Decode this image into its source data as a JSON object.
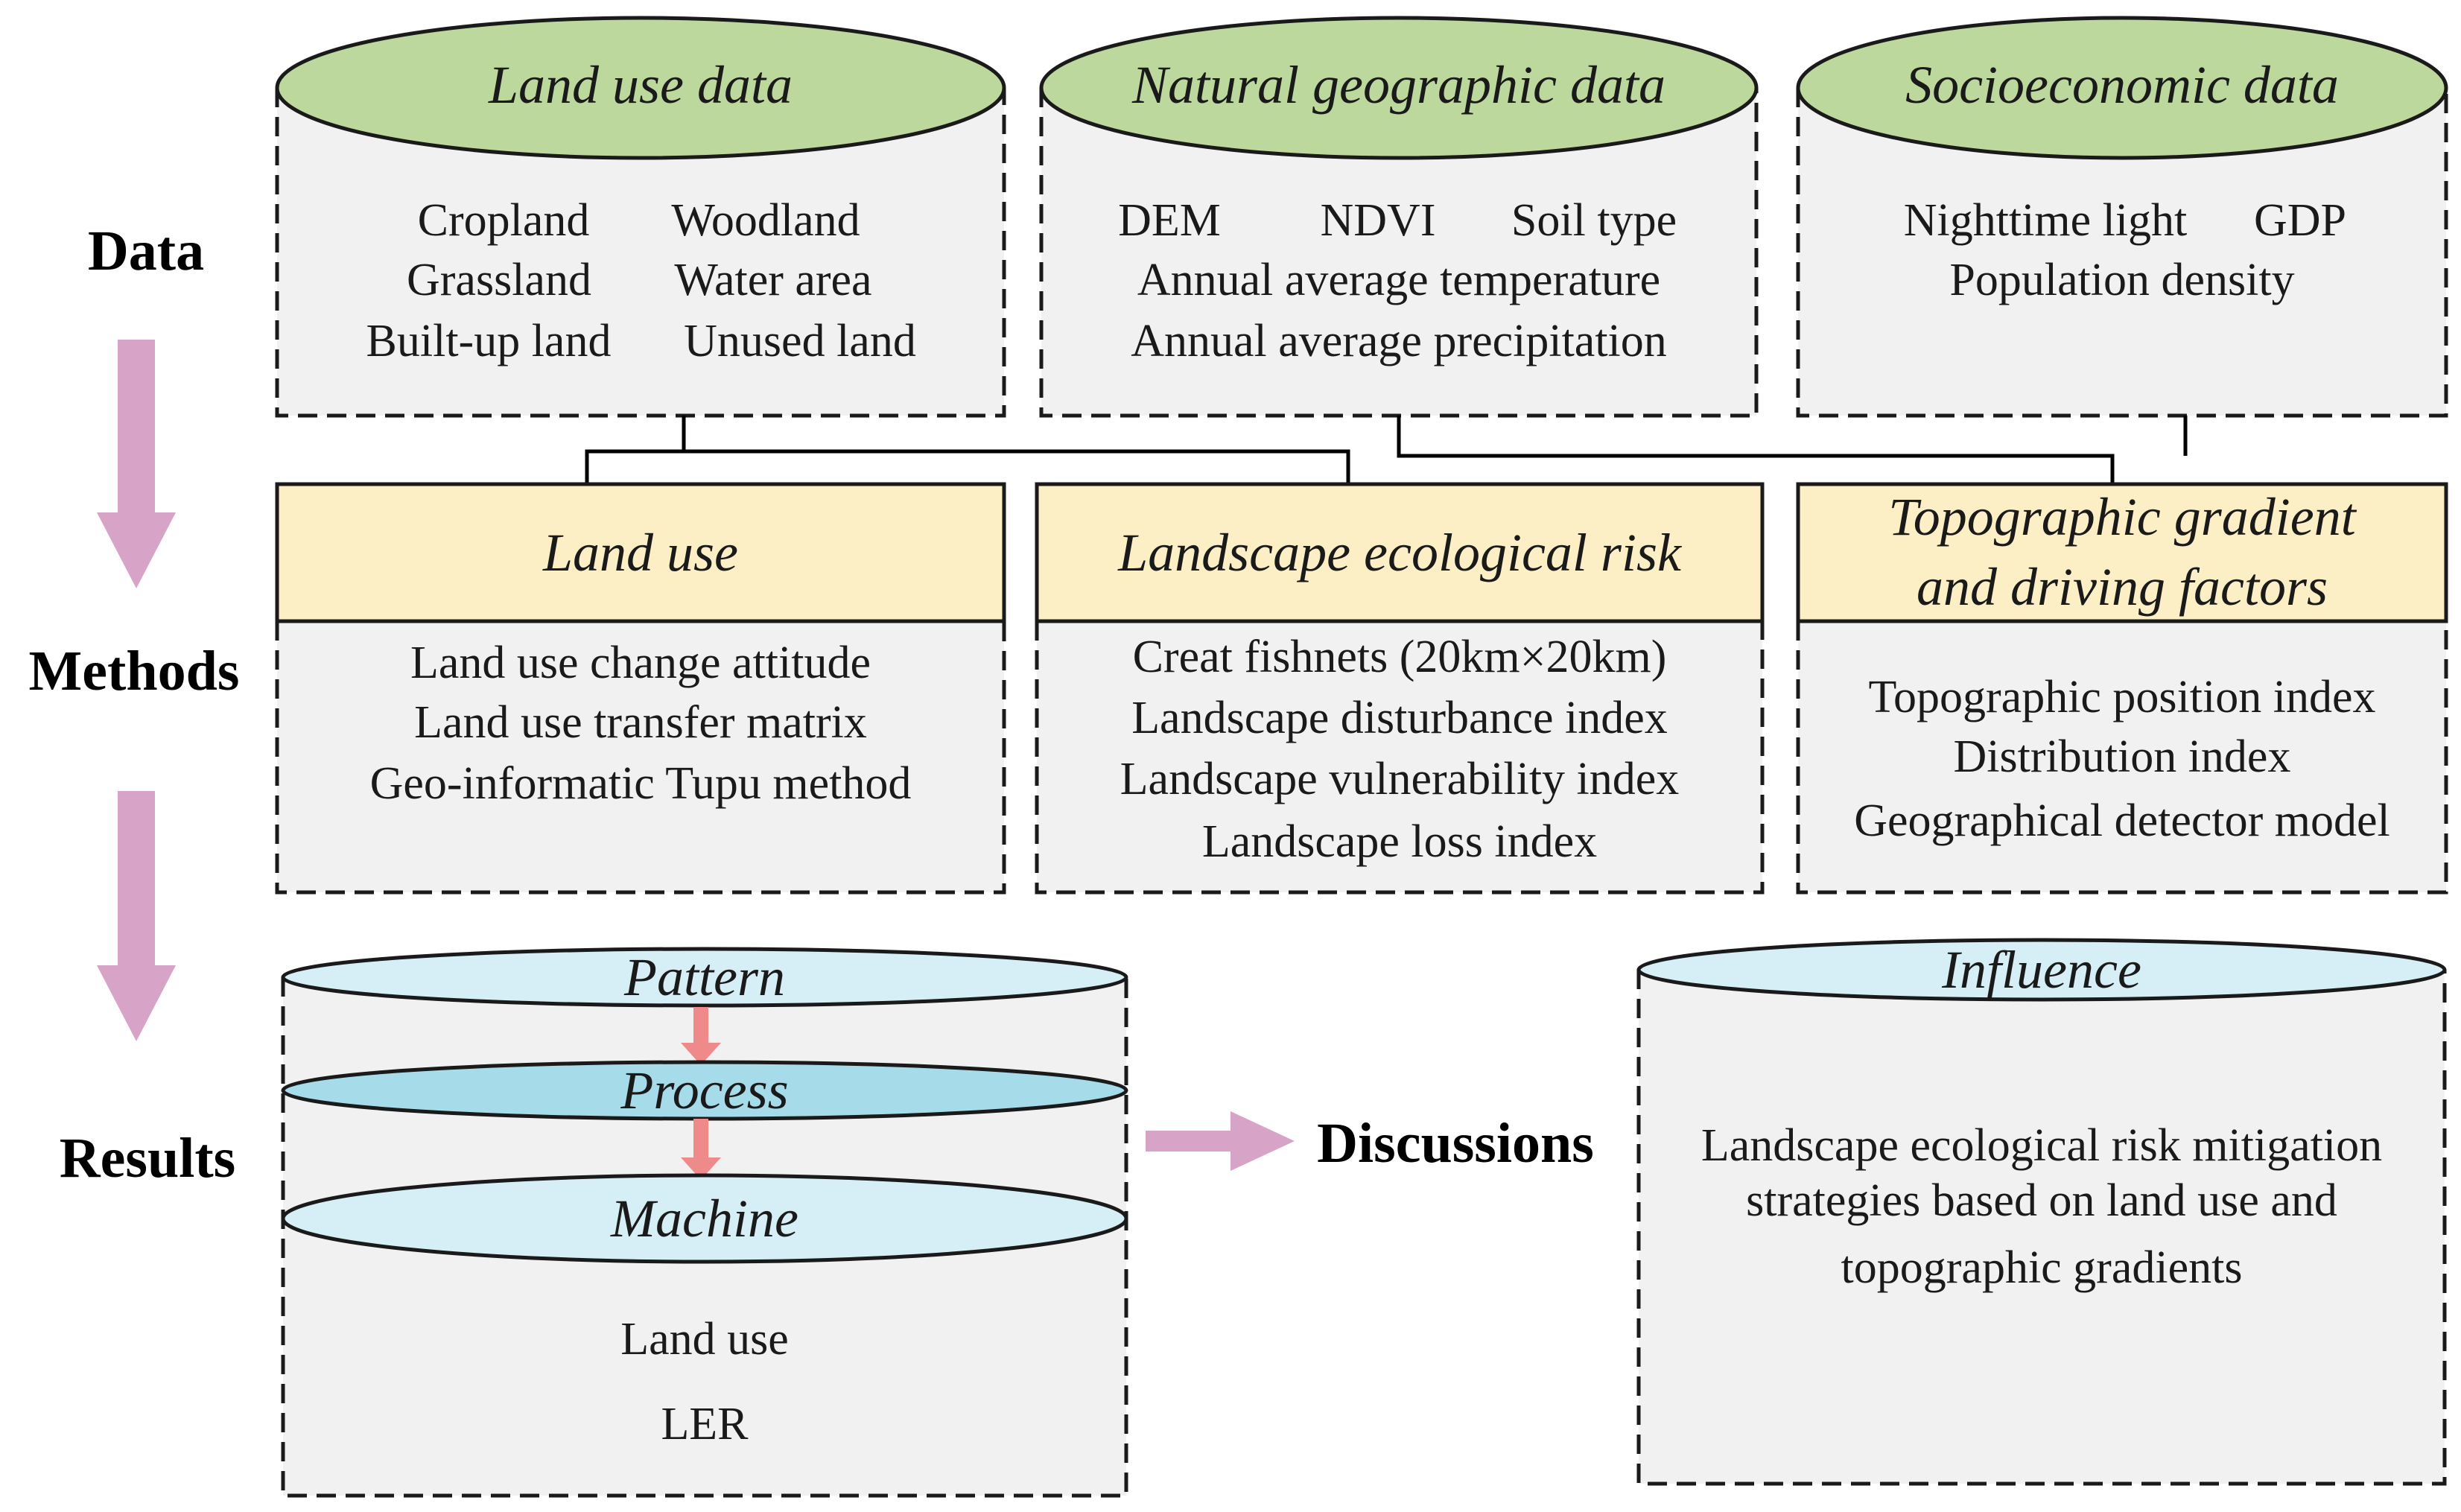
{
  "row_labels": {
    "data": "Data",
    "methods": "Methods",
    "results": "Results"
  },
  "data_sources": {
    "land_use": {
      "title": "Land use data",
      "items": [
        "Cropland",
        "Woodland",
        "Grassland",
        "Water area",
        "Built-up land",
        "Unused land"
      ]
    },
    "natural": {
      "title": "Natural geographic data",
      "items": [
        "DEM",
        "NDVI",
        "Soil type",
        "Annual average temperature",
        "Annual average precipitation"
      ]
    },
    "socio": {
      "title": "Socioeconomic data",
      "items": [
        "Nighttime light",
        "GDP",
        "Population density"
      ]
    }
  },
  "methods": {
    "land_use": {
      "title": "Land use",
      "items": [
        "Land use change attitude",
        "Land use transfer matrix",
        "Geo-informatic Tupu method"
      ]
    },
    "ler": {
      "title": "Landscape ecological risk",
      "items": [
        "Creat fishnets (20km×20km)",
        "Landscape disturbance index",
        "Landscape vulnerability index",
        "Landscape loss index"
      ]
    },
    "topo": {
      "title_line1": "Topographic gradient",
      "title_line2": "and driving factors",
      "items": [
        "Topographic position index",
        "Distribution index",
        "Geographical detector model"
      ]
    }
  },
  "results": {
    "pattern": "Pattern",
    "process": "Process",
    "machine": "Machine",
    "items": [
      "Land use",
      "LER"
    ]
  },
  "discussions": {
    "label": "Discussions",
    "influence_title": "Influence",
    "text_lines": [
      "Landscape ecological risk mitigation",
      "strategies based on land use and",
      "topographic gradients"
    ]
  },
  "colors": {
    "data_ellipse": "#bdd89d",
    "method_header": "#fdefc5",
    "results_ellipse_light": "#d6eef5",
    "results_ellipse_mid": "#a6dcea",
    "big_arrow": "#d7a4c8",
    "small_arrow": "#ee8a8a",
    "box_fill": "#f1f1f1"
  }
}
